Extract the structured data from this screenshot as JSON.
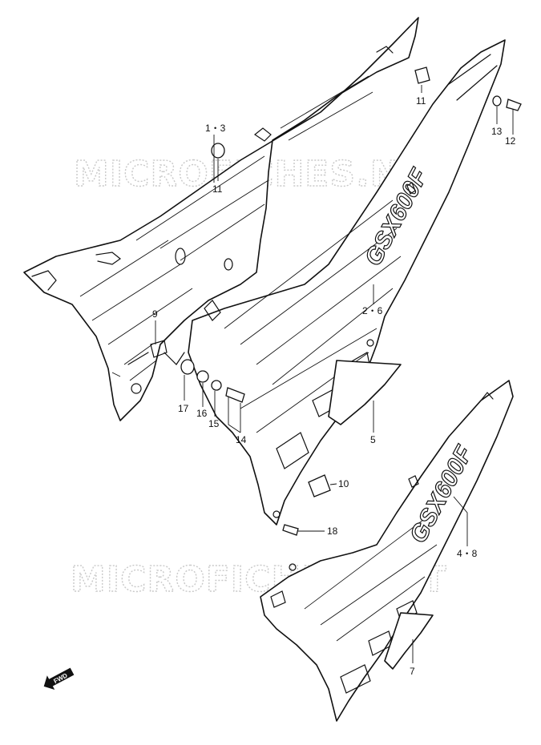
{
  "watermark": {
    "top": "MICROFICHES.NET",
    "bottom": "MICROFICHES.NET"
  },
  "model_logo": {
    "upper": "GSX600F",
    "lower": "GSX600F"
  },
  "fwd_label": "FWD",
  "callouts": [
    {
      "id": "c-1-3",
      "label": "1・3"
    },
    {
      "id": "c-11a",
      "label": "11"
    },
    {
      "id": "c-11b",
      "label": "11"
    },
    {
      "id": "c-13",
      "label": "13"
    },
    {
      "id": "c-12",
      "label": "12"
    },
    {
      "id": "c-2-6",
      "label": "2・6"
    },
    {
      "id": "c-9",
      "label": "9"
    },
    {
      "id": "c-17",
      "label": "17"
    },
    {
      "id": "c-16",
      "label": "16"
    },
    {
      "id": "c-15",
      "label": "15"
    },
    {
      "id": "c-14",
      "label": "14"
    },
    {
      "id": "c-5",
      "label": "5"
    },
    {
      "id": "c-10",
      "label": "10"
    },
    {
      "id": "c-18",
      "label": "18"
    },
    {
      "id": "c-4-8",
      "label": "4・8"
    },
    {
      "id": "c-7",
      "label": "7"
    }
  ]
}
